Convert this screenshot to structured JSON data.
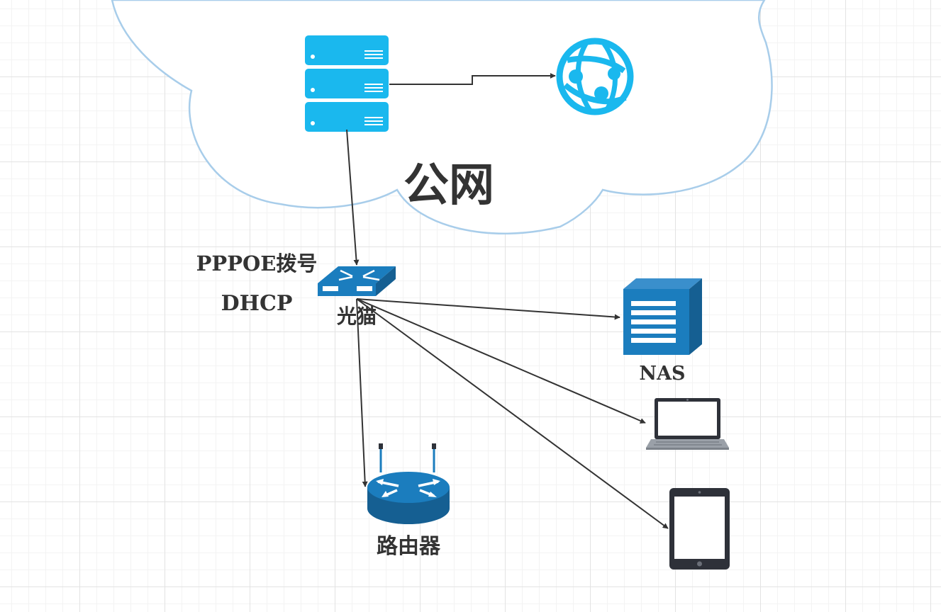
{
  "diagram": {
    "cloud_label": "公网",
    "modem_label": "光猫",
    "pppoe_label": "PPPOE拨号",
    "dhcp_label": "DHCP",
    "nas_label": "NAS",
    "router_label": "路由器"
  },
  "colors": {
    "cloud_stroke": "#a8cdea",
    "server": "#1ab8ee",
    "network_device": "#1b7dbe",
    "device_dark": "#2e3139",
    "edge": "#333333"
  }
}
